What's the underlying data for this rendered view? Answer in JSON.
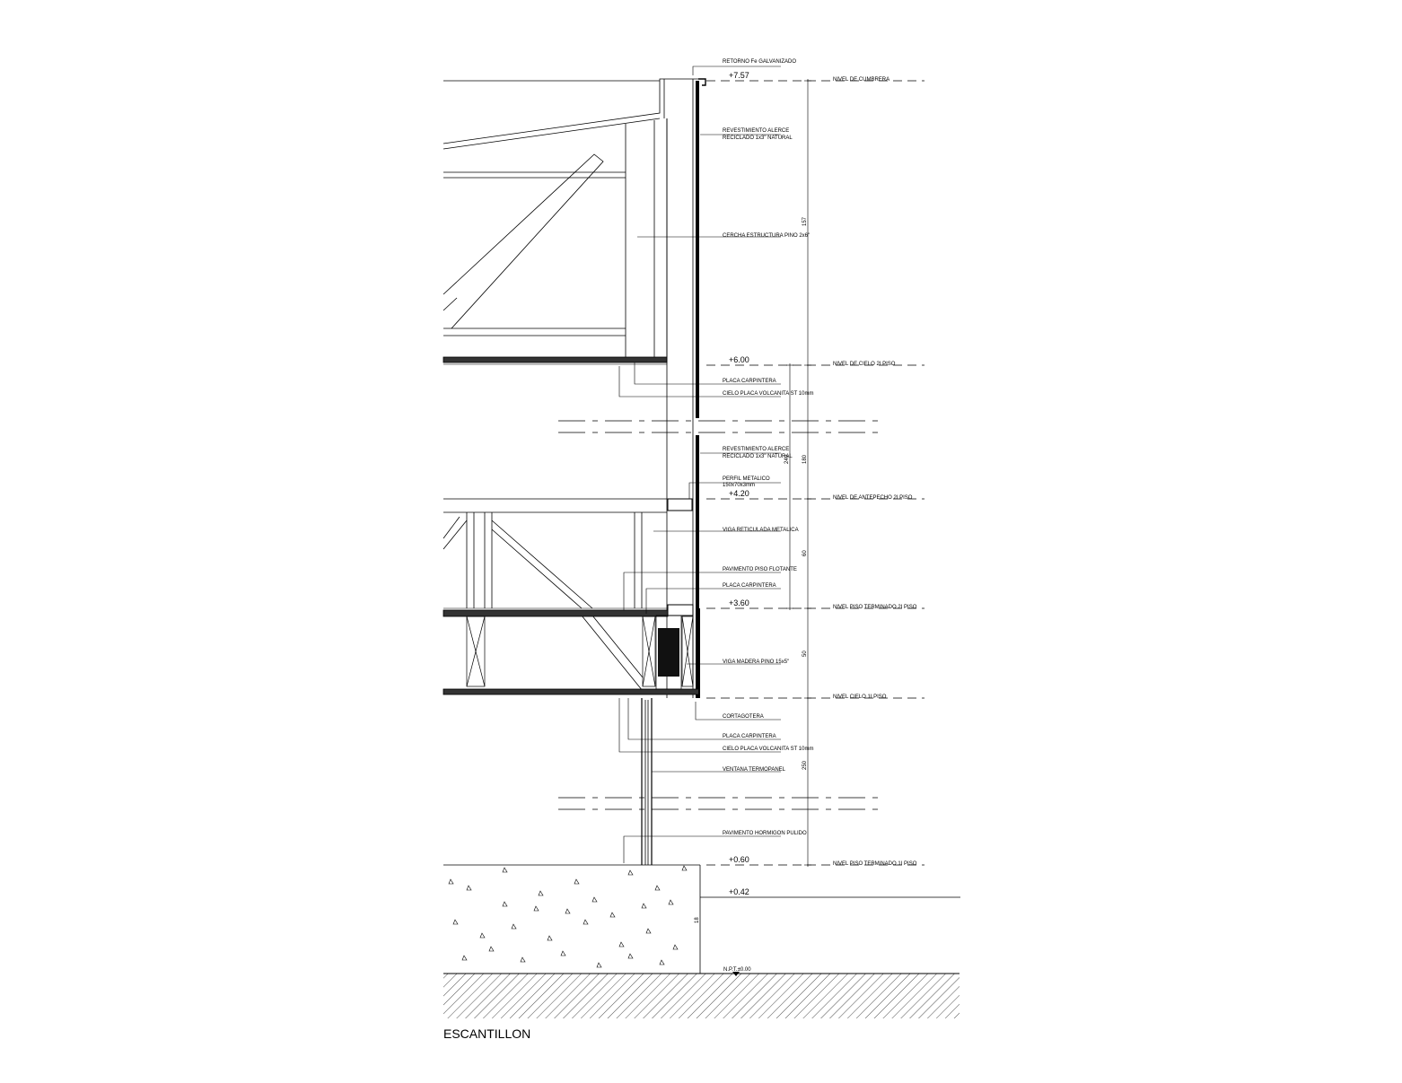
{
  "title": "ESCANTILLON",
  "annotations": [
    "RETORNO Fe GALVANIZADO",
    "REVESTIMIENTO ALERCE",
    "RECICLADO 1x3\" NATURAL",
    "CERCHA ESTRUCTURA PINO 2x6\"",
    "PLACA CARPINTERA",
    "CIELO PLACA VOLCANITA ST 10mm",
    "REVESTIMIENTO ALERCE",
    "RECICLADO 1x3\" NATURAL",
    "PERFIL METALICO",
    "150x70x3mm",
    "VIGA RETICULADA METALICA",
    "PAVIMENTO PISO FLOTANTE",
    "PLACA CARPINTERA",
    "VIGA MADERA PINO 15x5\"",
    "CORTAGOTERA",
    "PLACA CARPINTERA",
    "CIELO PLACA VOLCANITA ST 10mm",
    "VENTANA TERMOPANEL",
    "PAVIMENTO HORMIGON PULIDO"
  ],
  "level_names": [
    "NIVEL DE CUMBRERA",
    "NIVEL DE CIELO 2I PISO",
    "NIVEL DE ANTEPECHO 2I PISO",
    "NIVEL PISO TERMINADO 2I PISO",
    "NIVEL CIELO 1I PISO",
    "NIVEL PISO TERMINADO 1I PISO"
  ],
  "elevations": [
    "+7.57",
    "+6.00",
    "+4.20",
    "+3.60",
    "+0.60",
    "+0.42",
    "N.P.T.±0.00"
  ],
  "dimensions": [
    "157",
    "240",
    "180",
    "60",
    "50",
    "250",
    "18"
  ]
}
